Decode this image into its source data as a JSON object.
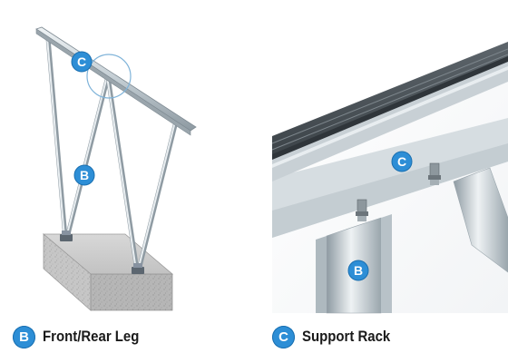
{
  "left_figure": {
    "markers": [
      {
        "letter": "C"
      },
      {
        "letter": "B"
      }
    ]
  },
  "right_figure": {
    "markers": [
      {
        "letter": "C"
      },
      {
        "letter": "B"
      }
    ]
  },
  "captions": [
    {
      "letter": "B",
      "text": "Front/Rear Leg"
    },
    {
      "letter": "C",
      "text": "Support Rack"
    }
  ],
  "colors": {
    "badge": "#2d8ed6",
    "frame_metal": "#c9d3d8",
    "rail_dark": "#4d545a",
    "concrete": "#bcbcbc"
  }
}
